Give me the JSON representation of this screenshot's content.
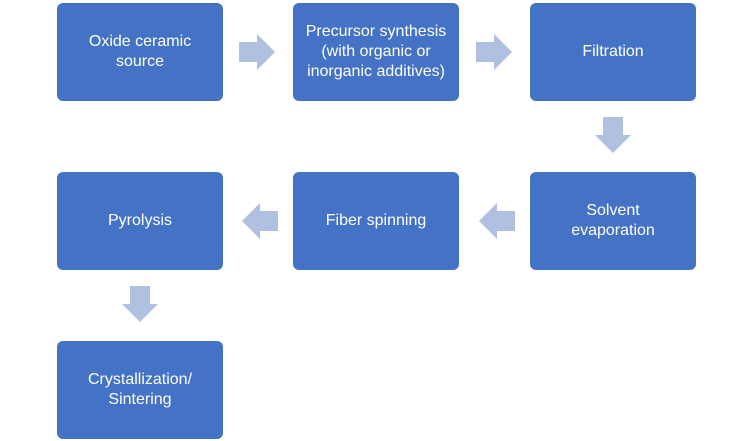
{
  "colors": {
    "box": "#4472C4",
    "arrow": "#AFC0E0",
    "text": "#FFFFFF"
  },
  "steps": [
    {
      "label": "Oxide ceramic\nsource"
    },
    {
      "label": "Precursor synthesis\n(with organic or\ninorganic additives)"
    },
    {
      "label": "Filtration"
    },
    {
      "label": "Solvent\nevaporation"
    },
    {
      "label": "Fiber spinning"
    },
    {
      "label": "Pyrolysis"
    },
    {
      "label": "Crystallization/\nSintering"
    }
  ],
  "arrows": [
    {
      "icon": "arrow-right-icon"
    },
    {
      "icon": "arrow-right-icon"
    },
    {
      "icon": "arrow-down-icon"
    },
    {
      "icon": "arrow-left-icon"
    },
    {
      "icon": "arrow-left-icon"
    },
    {
      "icon": "arrow-down-icon"
    }
  ]
}
